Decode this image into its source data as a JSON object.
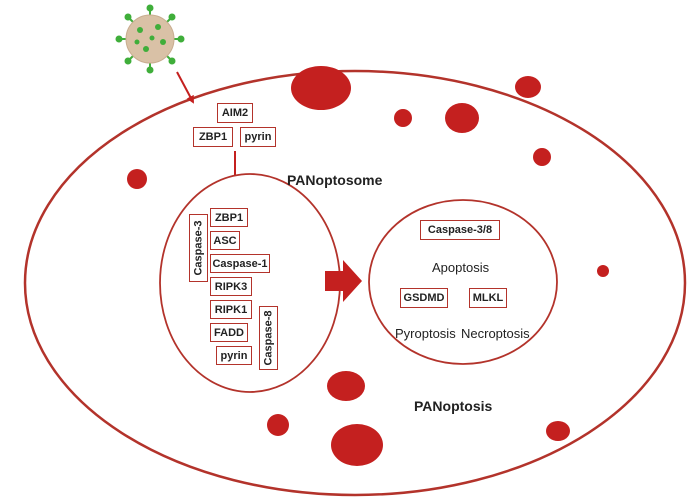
{
  "colors": {
    "red": "#c4201f",
    "outline": "#b3332b",
    "virus_body": "#d9c1a6",
    "virus_spike": "#3fae3a",
    "text": "#222222"
  },
  "icons": {
    "pathogen": "virus-icon",
    "main_arrow": "arrow-right-icon"
  },
  "sensors": [
    "AIM2",
    "ZBP1",
    "pyrin"
  ],
  "titles": {
    "panoptosome": "PANoptosome",
    "panoptosis": "PANoptosis"
  },
  "complex": {
    "caspase3": "Caspase-3",
    "caspase8": "Caspase-8",
    "stack": [
      "ZBP1",
      "ASC",
      "Caspase-1",
      "RIPK3",
      "RIPK1",
      "FADD",
      "pyrin"
    ]
  },
  "executors": {
    "caspase38": "Caspase-3/8",
    "apoptosis": "Apoptosis",
    "gsdmd": "GSDMD",
    "mlkl": "MLKL",
    "pyroptosis": "Pyroptosis",
    "necroptosis": "Necroptosis"
  }
}
